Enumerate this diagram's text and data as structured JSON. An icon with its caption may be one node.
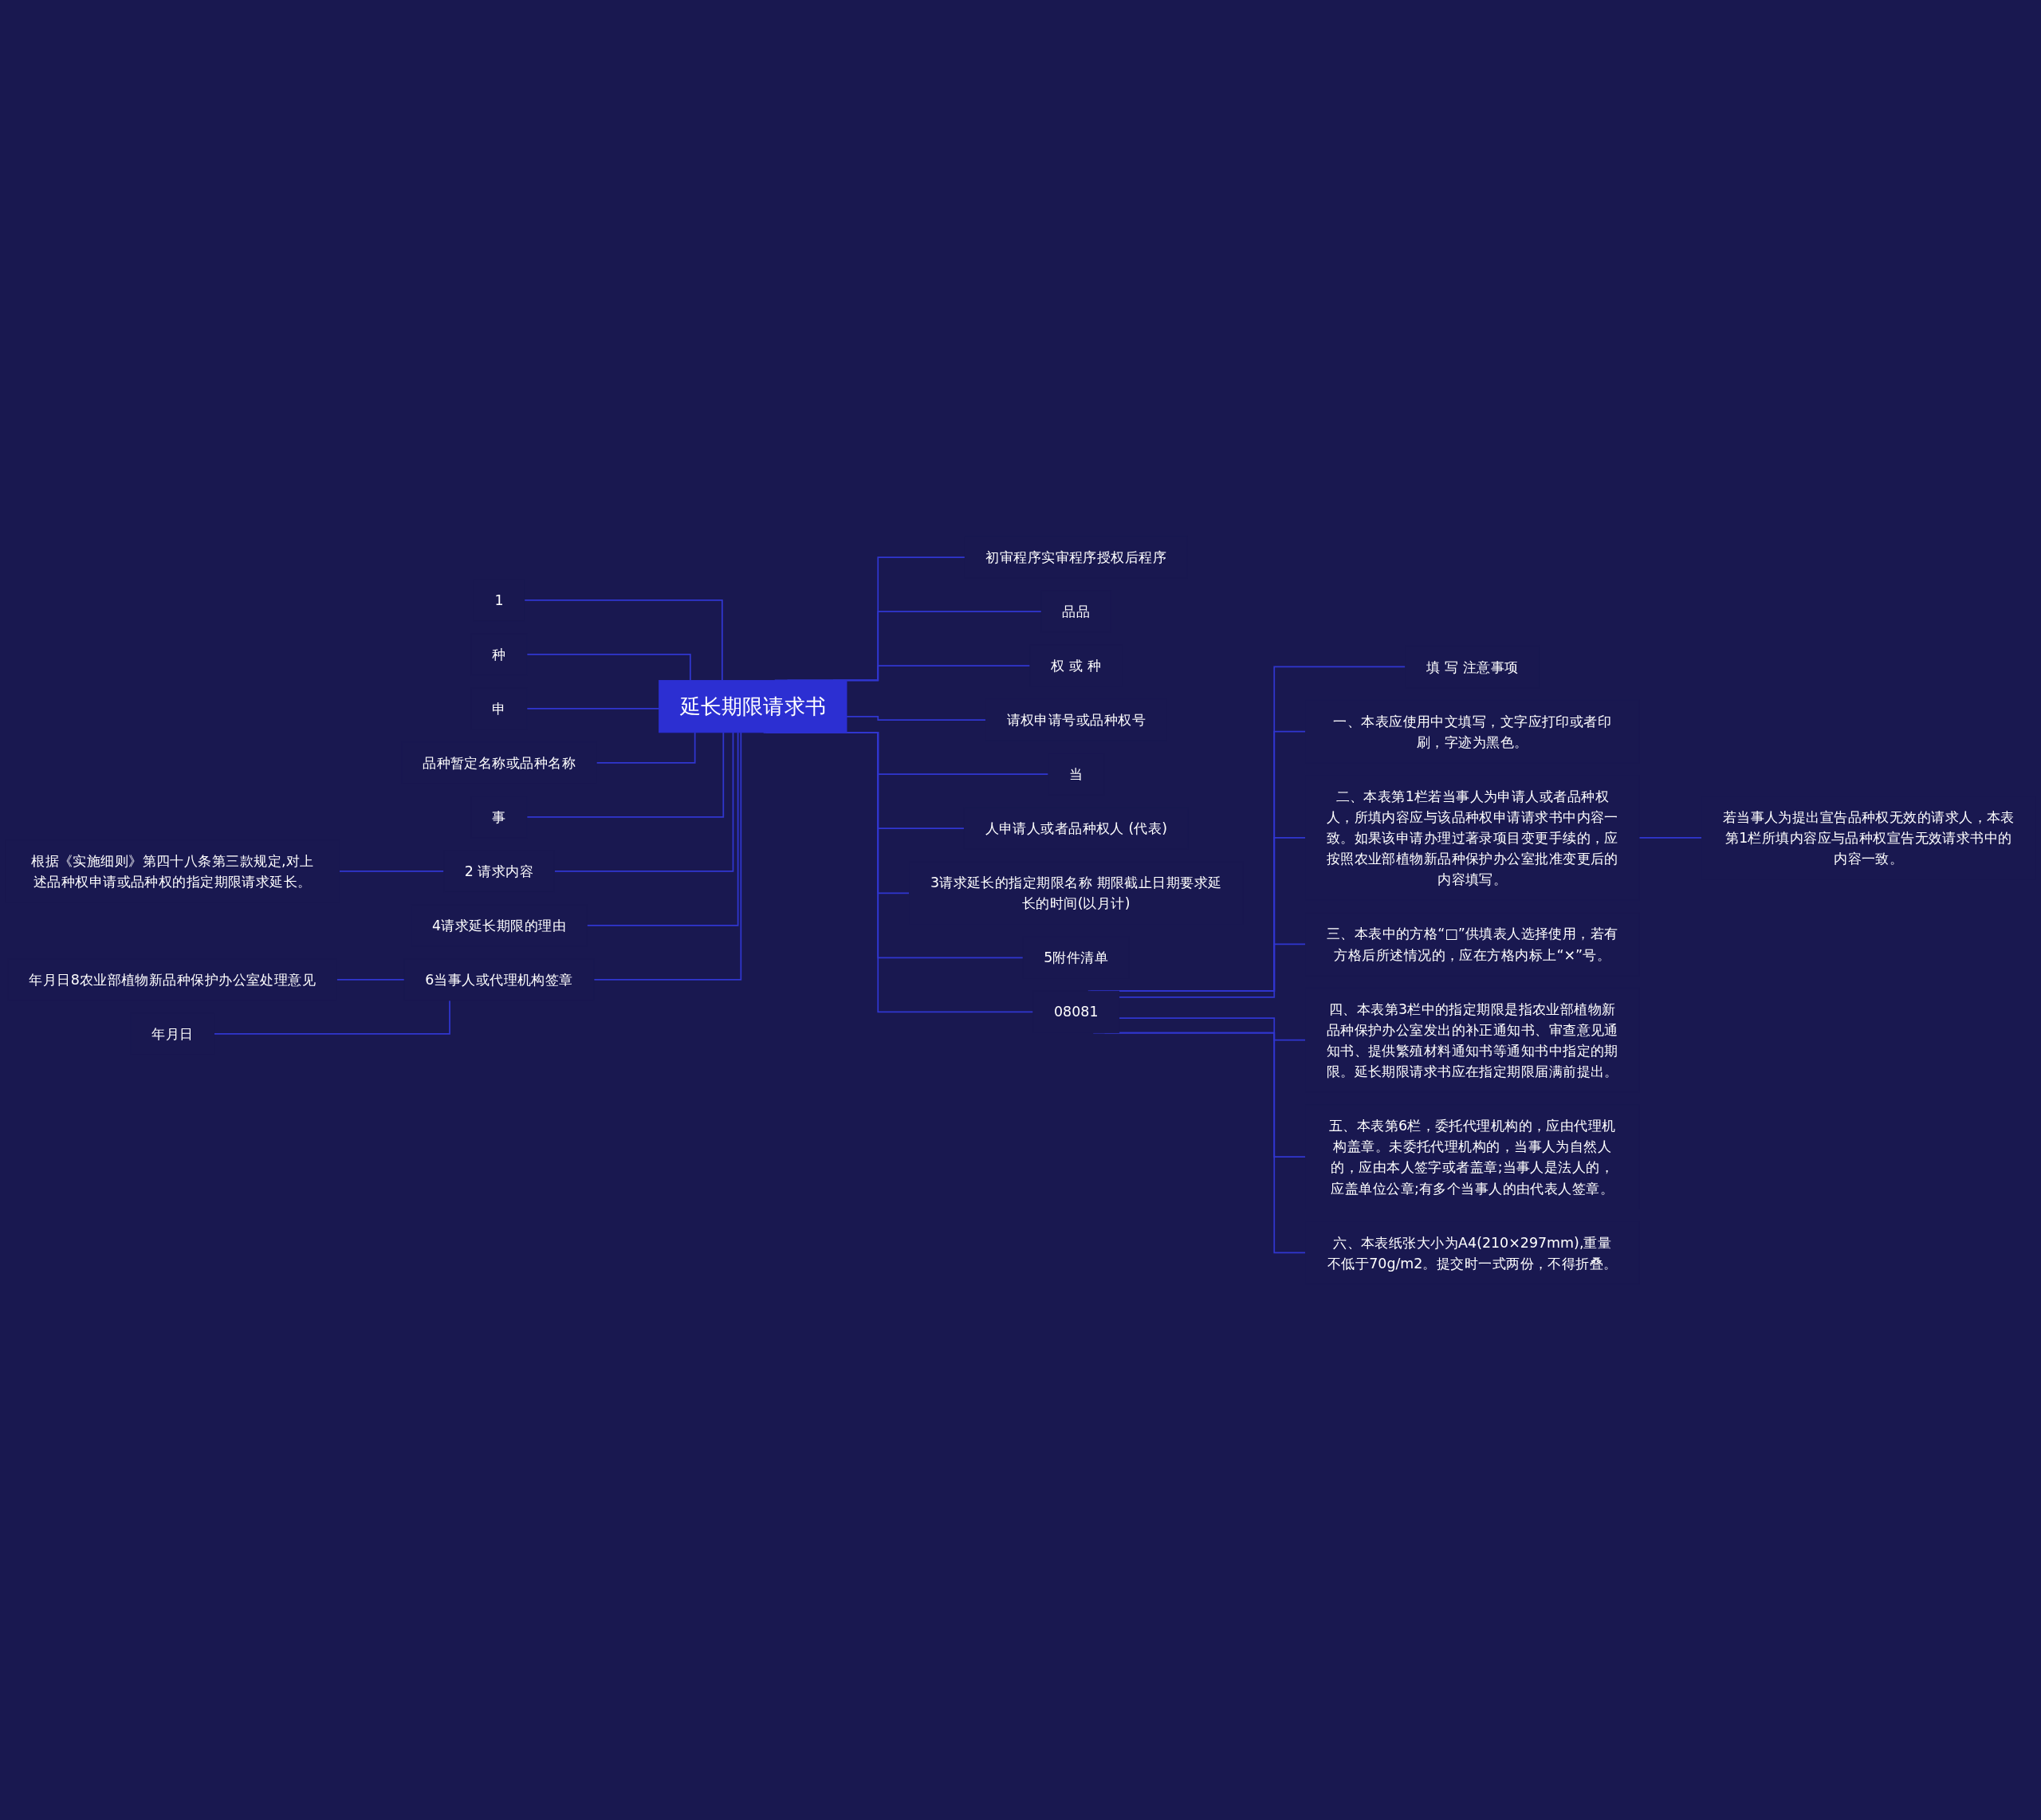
{
  "diagram": {
    "nodes": [
      {
        "text": [
          "延长期限请求书"
        ]
      },
      {
        "text": [
          "初审程序实审程序授权后程序"
        ]
      },
      {
        "text": [
          "品品"
        ]
      },
      {
        "text": [
          "权 或 种"
        ]
      },
      {
        "text": [
          "请权申请号或品种权号"
        ]
      },
      {
        "text": [
          "当"
        ]
      },
      {
        "text": [
          "人申请人或者品种权人 (代表)"
        ]
      },
      {
        "text": [
          "3请求延长的指定期限名称 期限截止日期要求延长的时间(以月计)"
        ]
      },
      {
        "text": [
          "5附件清单"
        ]
      },
      {
        "text": [
          "08081"
        ]
      },
      {
        "text": [
          "填 写 注意事项"
        ]
      },
      {
        "text": [
          "一、本表应使用中文填写，文字应打印或者印刷，字迹为黑色。"
        ]
      },
      {
        "text": [
          "二、本表第1栏若当事人为申请人或者品种权人，所填内容应与该品种权申请请求书中内容一致。如果该申请办理过著录项目变更手续的，应按照农业部植物新品种保护办公室批准变更后的内容填写。"
        ]
      },
      {
        "text": [
          "若当事人为提出宣告品种权无效的请求人，本表第1栏所填内容应与品种权宣告无效请求书中的内容一致。"
        ]
      },
      {
        "text": [
          "三、本表中的方格“□”供填表人选择使用，若有方格后所述情况的，应在方格内标上“×”号。"
        ]
      },
      {
        "text": [
          "四、本表第3栏中的指定期限是指农业部植物新品种保护办公室发出的补正通知书、审查意见通知书、提供繁殖材料通知书等通知书中指定的期限。延长期限请求书应在指定期限届满前提出。"
        ]
      },
      {
        "text": [
          "五、本表第6栏，委托代理机构的，应由代理机构盖章。未委托代理机构的，当事人为自然人的，应由本人签字或者盖章;当事人是法人的，应盖单位公章;有多个当事人的由代表人签章。"
        ]
      },
      {
        "text": [
          "六、本表纸张大小为A4(210×297mm),重量不低于70g/m2。提交时一式两份，不得折叠。"
        ]
      },
      {
        "text": [
          "1"
        ]
      },
      {
        "text": [
          "种"
        ]
      },
      {
        "text": [
          "申"
        ]
      },
      {
        "text": [
          "品种暂定名称或品种名称"
        ]
      },
      {
        "text": [
          "事"
        ]
      },
      {
        "text": [
          "2 请求内容"
        ]
      },
      {
        "text": [
          "根据《实施细则》第四十八条第三款规定,对上述品种权申请或品种权的指定期限请求延长。"
        ]
      },
      {
        "text": [
          "4请求延长期限的理由"
        ]
      },
      {
        "text": [
          "6当事人或代理机构签章"
        ]
      },
      {
        "text": [
          "年月日8农业部植物新品种保护办公室处理意见"
        ]
      },
      {
        "text": [
          "年月日"
        ]
      }
    ],
    "edges": [
      {
        "from": 0,
        "to": 1,
        "arrow": "none"
      },
      {
        "from": 0,
        "to": 2,
        "arrow": "none"
      },
      {
        "from": 0,
        "to": 3,
        "arrow": "none"
      },
      {
        "from": 0,
        "to": 4,
        "arrow": "none"
      },
      {
        "from": 0,
        "to": 5,
        "arrow": "none"
      },
      {
        "from": 0,
        "to": 6,
        "arrow": "none"
      },
      {
        "from": 0,
        "to": 7,
        "arrow": "none"
      },
      {
        "from": 0,
        "to": 8,
        "arrow": "none"
      },
      {
        "from": 0,
        "to": 9,
        "arrow": "none"
      },
      {
        "from": 9,
        "to": 10,
        "arrow": "none"
      },
      {
        "from": 9,
        "to": 11,
        "arrow": "none"
      },
      {
        "from": 9,
        "to": 12,
        "arrow": "none"
      },
      {
        "from": 12,
        "to": 13,
        "arrow": "none"
      },
      {
        "from": 9,
        "to": 14,
        "arrow": "none"
      },
      {
        "from": 9,
        "to": 15,
        "arrow": "none"
      },
      {
        "from": 9,
        "to": 16,
        "arrow": "none"
      },
      {
        "from": 9,
        "to": 17,
        "arrow": "none"
      },
      {
        "from": 18,
        "to": 0,
        "arrow": "none"
      },
      {
        "from": 19,
        "to": 0,
        "arrow": "none"
      },
      {
        "from": 20,
        "to": 0,
        "arrow": "none"
      },
      {
        "from": 21,
        "to": 0,
        "arrow": "none"
      },
      {
        "from": 22,
        "to": 0,
        "arrow": "none"
      },
      {
        "from": 23,
        "to": 0,
        "arrow": "none"
      },
      {
        "from": 24,
        "to": 23,
        "arrow": "none"
      },
      {
        "from": 25,
        "to": 0,
        "arrow": "none"
      },
      {
        "from": 26,
        "to": 0,
        "arrow": "none"
      },
      {
        "from": 27,
        "to": 26,
        "arrow": "none"
      },
      {
        "from": 28,
        "to": 26,
        "arrow": "none"
      }
    ]
  }
}
